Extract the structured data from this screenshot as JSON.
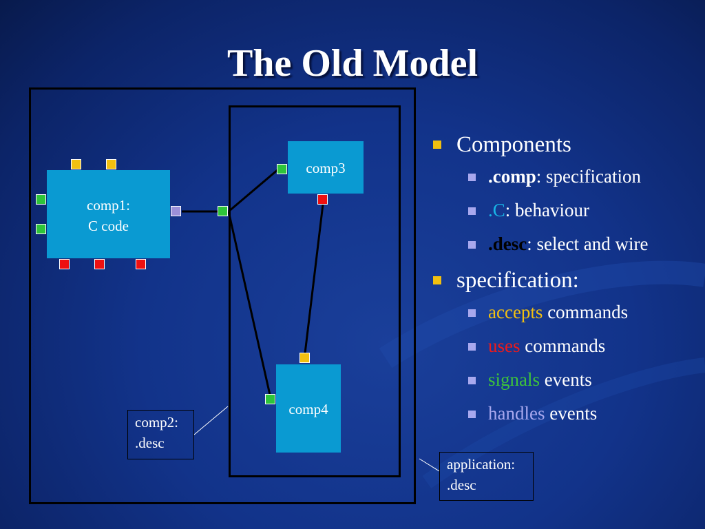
{
  "title": "The Old Model",
  "diagram": {
    "comp1": {
      "line1": "comp1:",
      "line2": "C code"
    },
    "comp3": {
      "label": "comp3"
    },
    "comp4": {
      "label": "comp4"
    },
    "comp2_label": {
      "line1": "comp2:",
      "line2": ".desc"
    },
    "app_label": {
      "line1": "application:",
      "line2": ".desc"
    },
    "port_colors": {
      "accepts": "#f2c010",
      "uses": "#ee1010",
      "signals": "#2ec43a",
      "handles": "#9b8fd8"
    }
  },
  "bullets": {
    "components": {
      "heading": "Components",
      "items": [
        {
          "keyword": ".comp",
          "rest": ": specification"
        },
        {
          "keyword": ".C",
          "rest": ": behaviour"
        },
        {
          "keyword": ".desc",
          "rest": ": select and wire"
        }
      ]
    },
    "specification": {
      "heading": "specification:",
      "items": [
        {
          "keyword": "accepts",
          "rest": " commands"
        },
        {
          "keyword": "uses",
          "rest": " commands"
        },
        {
          "keyword": "signals",
          "rest": " events"
        },
        {
          "keyword": "handles",
          "rest": " events"
        }
      ]
    }
  }
}
